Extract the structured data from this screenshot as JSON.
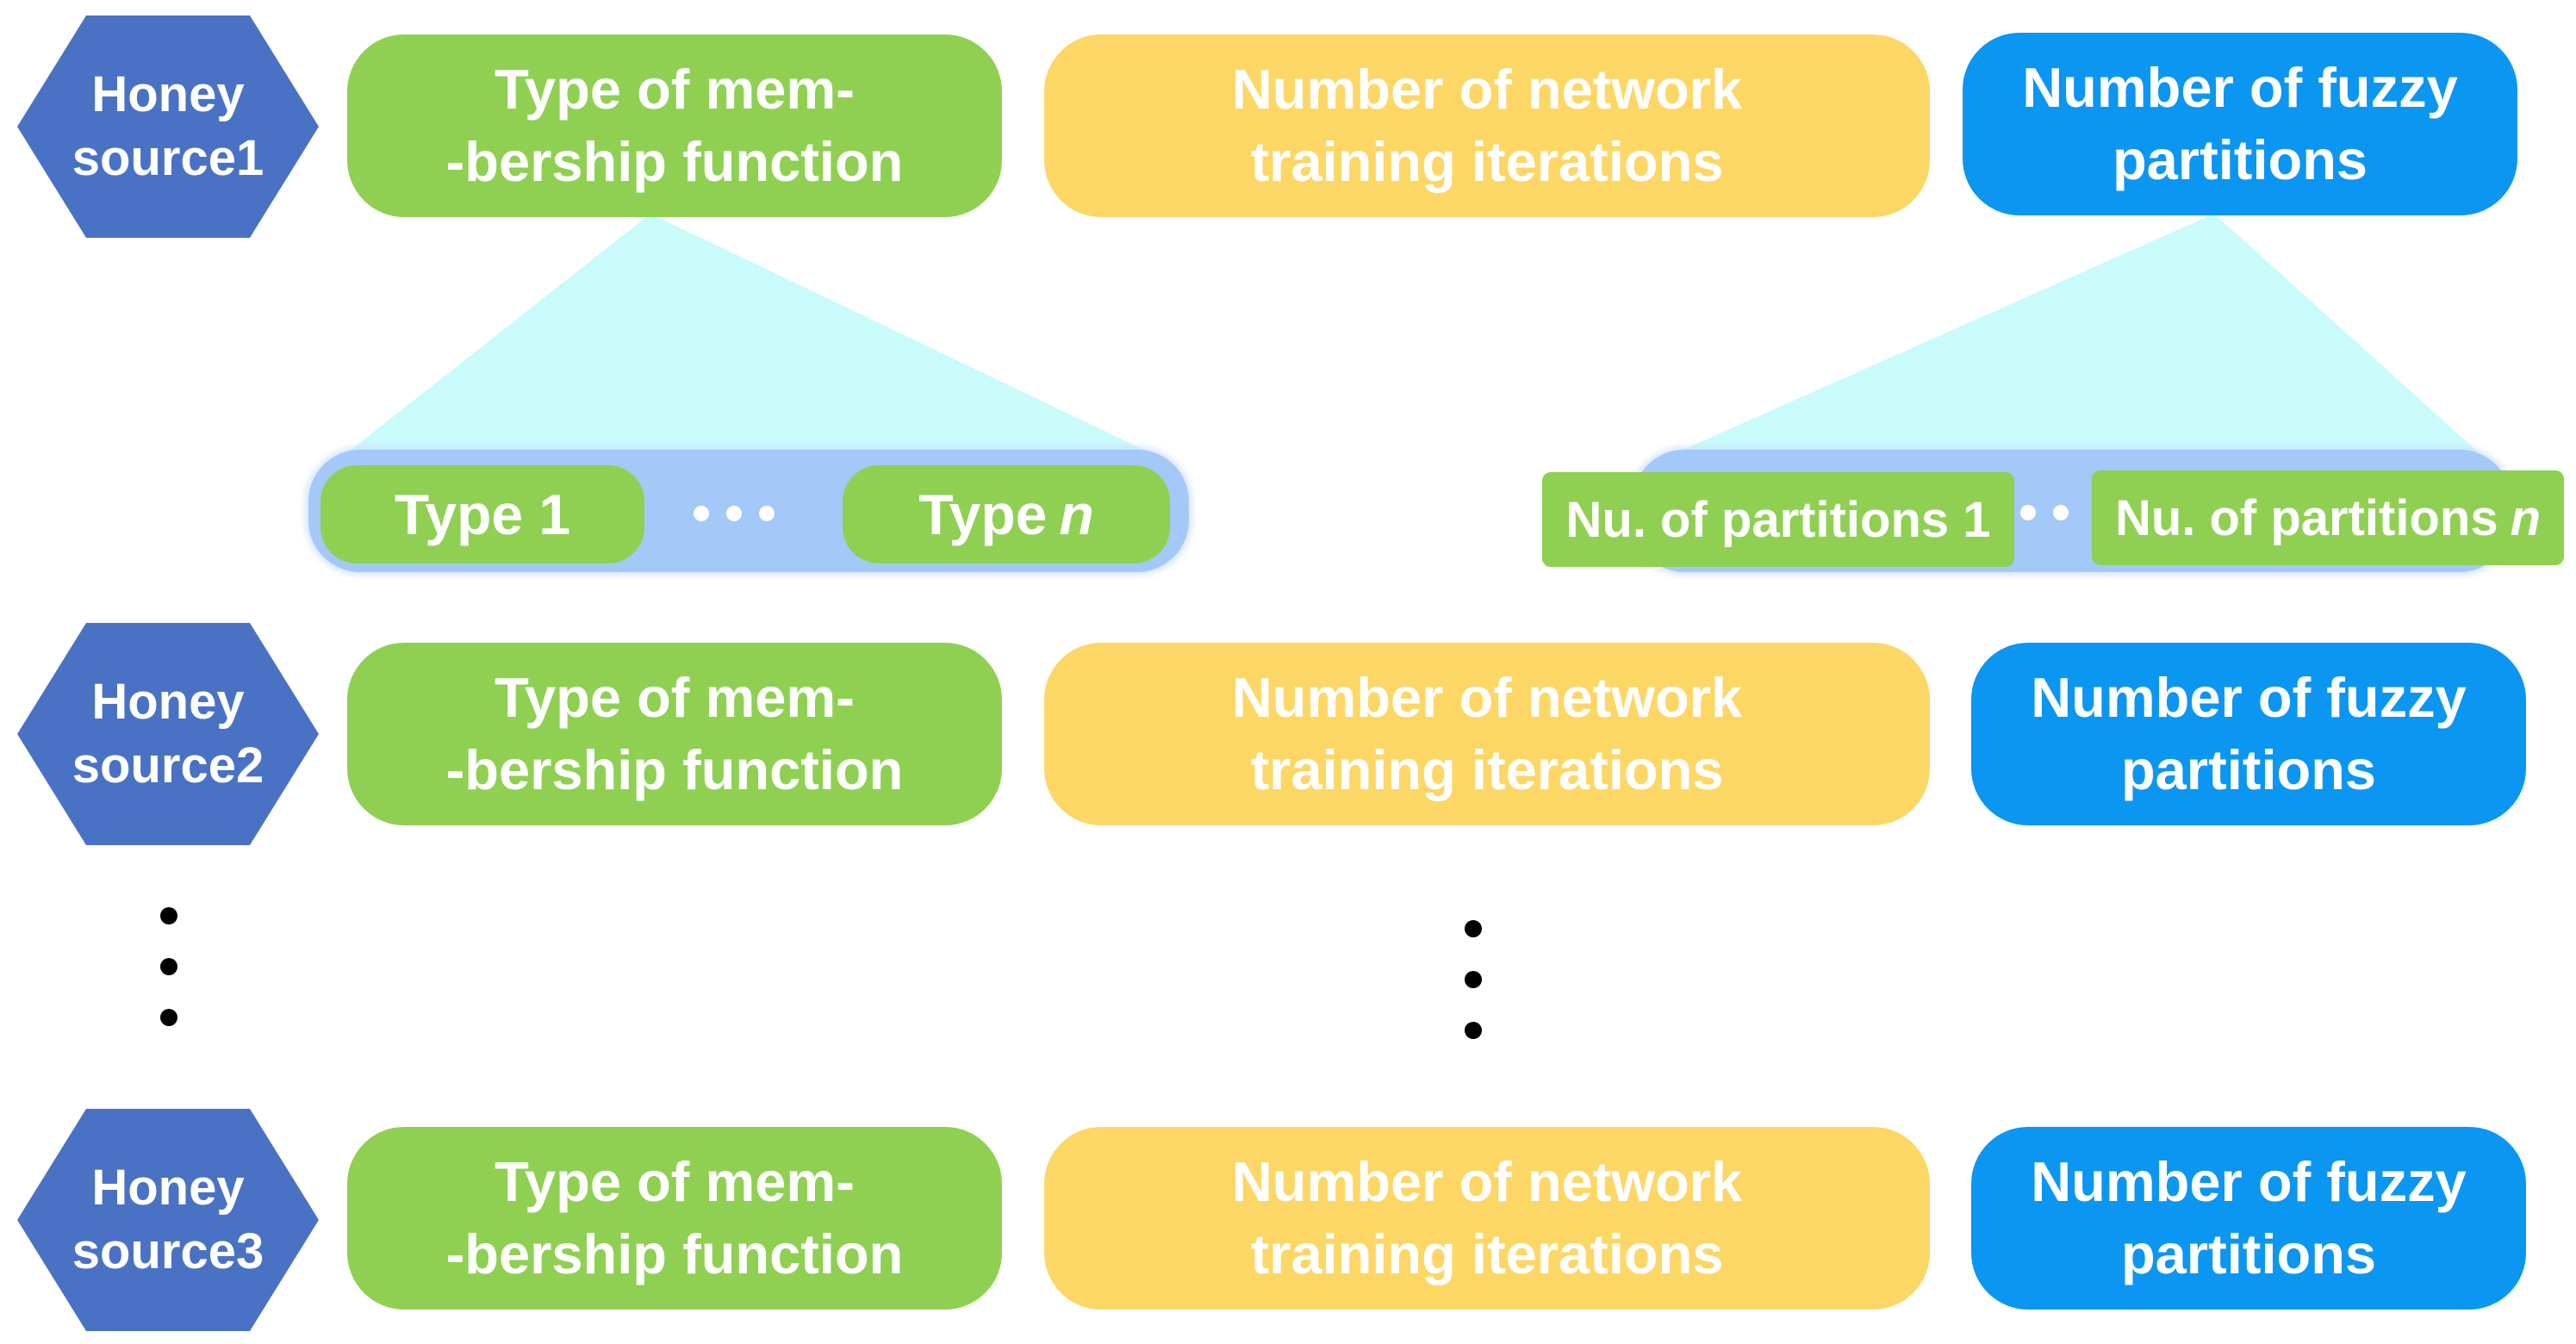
{
  "colors": {
    "hexagon": "#4a72c4",
    "membership": "#8fd052",
    "iterations": "#fdd766",
    "partitions": "#0b96f2",
    "fan": "#c9fbfb",
    "bar": "#a4c8f7"
  },
  "rows": [
    {
      "source": [
        "Honey",
        "source1"
      ],
      "membership": [
        "Type of mem-",
        "-bership function"
      ],
      "iterations": [
        "Number of network",
        "training iterations"
      ],
      "partitions": [
        "Number of fuzzy",
        "partitions"
      ]
    },
    {
      "source": [
        "Honey",
        "source2"
      ],
      "membership": [
        "Type of mem-",
        "-bership function"
      ],
      "iterations": [
        "Number of network",
        "training iterations"
      ],
      "partitions": [
        "Number of fuzzy",
        "partitions"
      ]
    },
    {
      "source": [
        "Honey",
        "source3"
      ],
      "membership": [
        "Type of mem-",
        "-bership function"
      ],
      "iterations": [
        "Number of network",
        "training iterations"
      ],
      "partitions": [
        "Number of fuzzy",
        "partitions"
      ]
    }
  ],
  "membership_options": {
    "first": "Type 1",
    "last_prefix": "Type",
    "last_index": "n"
  },
  "partition_options": {
    "first": "Nu. of partitions 1",
    "last_prefix": "Nu. of partitions",
    "last_index": "n"
  }
}
